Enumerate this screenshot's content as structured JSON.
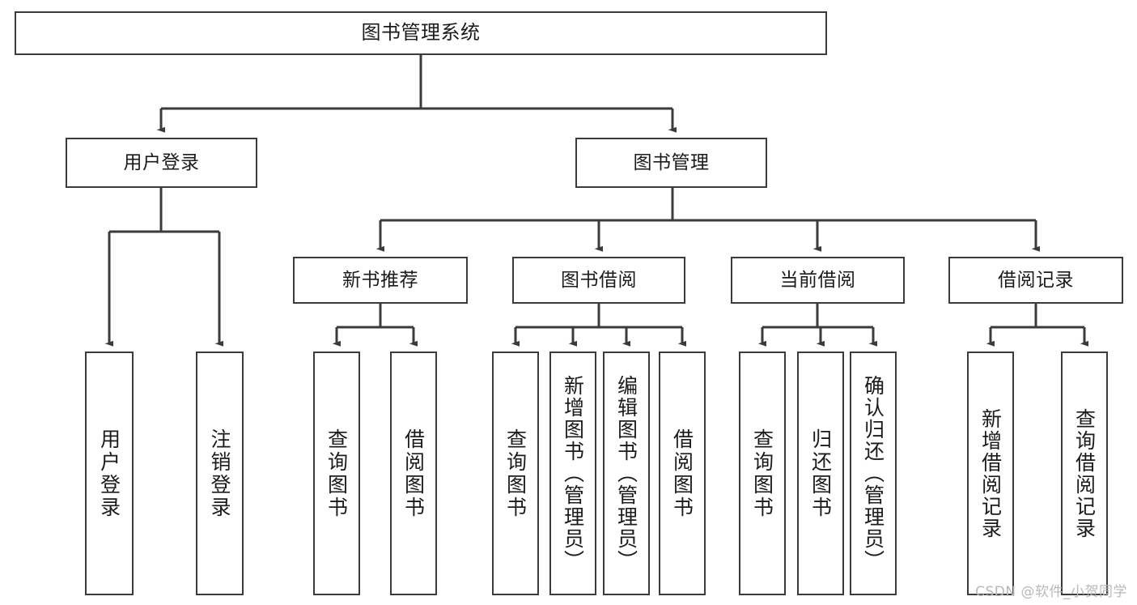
{
  "diagram": {
    "title": "图书管理系统",
    "type": "tree-hierarchy-chart",
    "watermark": "CSDN @软件_小贺同学",
    "colors": {
      "stroke": "#3b3b3b",
      "fill": "#ffffff",
      "text": "#1b1b1b",
      "watermark": "#b9b9b9"
    },
    "levels": {
      "root": {
        "label": "图书管理系统"
      },
      "level2": [
        {
          "id": "user-login",
          "label": "用户登录"
        },
        {
          "id": "book-manage",
          "label": "图书管理"
        }
      ],
      "level3": [
        {
          "id": "new-book-recommend",
          "label": "新书推荐"
        },
        {
          "id": "book-borrow",
          "label": "图书借阅"
        },
        {
          "id": "current-borrow",
          "label": "当前借阅"
        },
        {
          "id": "borrow-record",
          "label": "借阅记录"
        }
      ],
      "leaves": [
        {
          "id": "leaf-user-login",
          "label": "用户登录",
          "parent": "user-login"
        },
        {
          "id": "leaf-logout",
          "label": "注销登录",
          "parent": "user-login"
        },
        {
          "id": "leaf-query-book-1",
          "label": "查询图书",
          "parent": "new-book-recommend"
        },
        {
          "id": "leaf-borrow-book-1",
          "label": "借阅图书",
          "parent": "new-book-recommend"
        },
        {
          "id": "leaf-query-book-2",
          "label": "查询图书",
          "parent": "book-borrow"
        },
        {
          "id": "leaf-add-book",
          "label": "新增图书（管理员）",
          "parent": "book-borrow"
        },
        {
          "id": "leaf-edit-book",
          "label": "编辑图书（管理员）",
          "parent": "book-borrow"
        },
        {
          "id": "leaf-borrow-book-2",
          "label": "借阅图书",
          "parent": "book-borrow"
        },
        {
          "id": "leaf-query-book-3",
          "label": "查询图书",
          "parent": "current-borrow"
        },
        {
          "id": "leaf-return-book",
          "label": "归还图书",
          "parent": "current-borrow"
        },
        {
          "id": "leaf-confirm-return",
          "label": "确认归还（管理员）",
          "parent": "current-borrow"
        },
        {
          "id": "leaf-add-record",
          "label": "新增借阅记录",
          "parent": "borrow-record"
        },
        {
          "id": "leaf-query-record",
          "label": "查询借阅记录",
          "parent": "borrow-record"
        }
      ]
    }
  }
}
